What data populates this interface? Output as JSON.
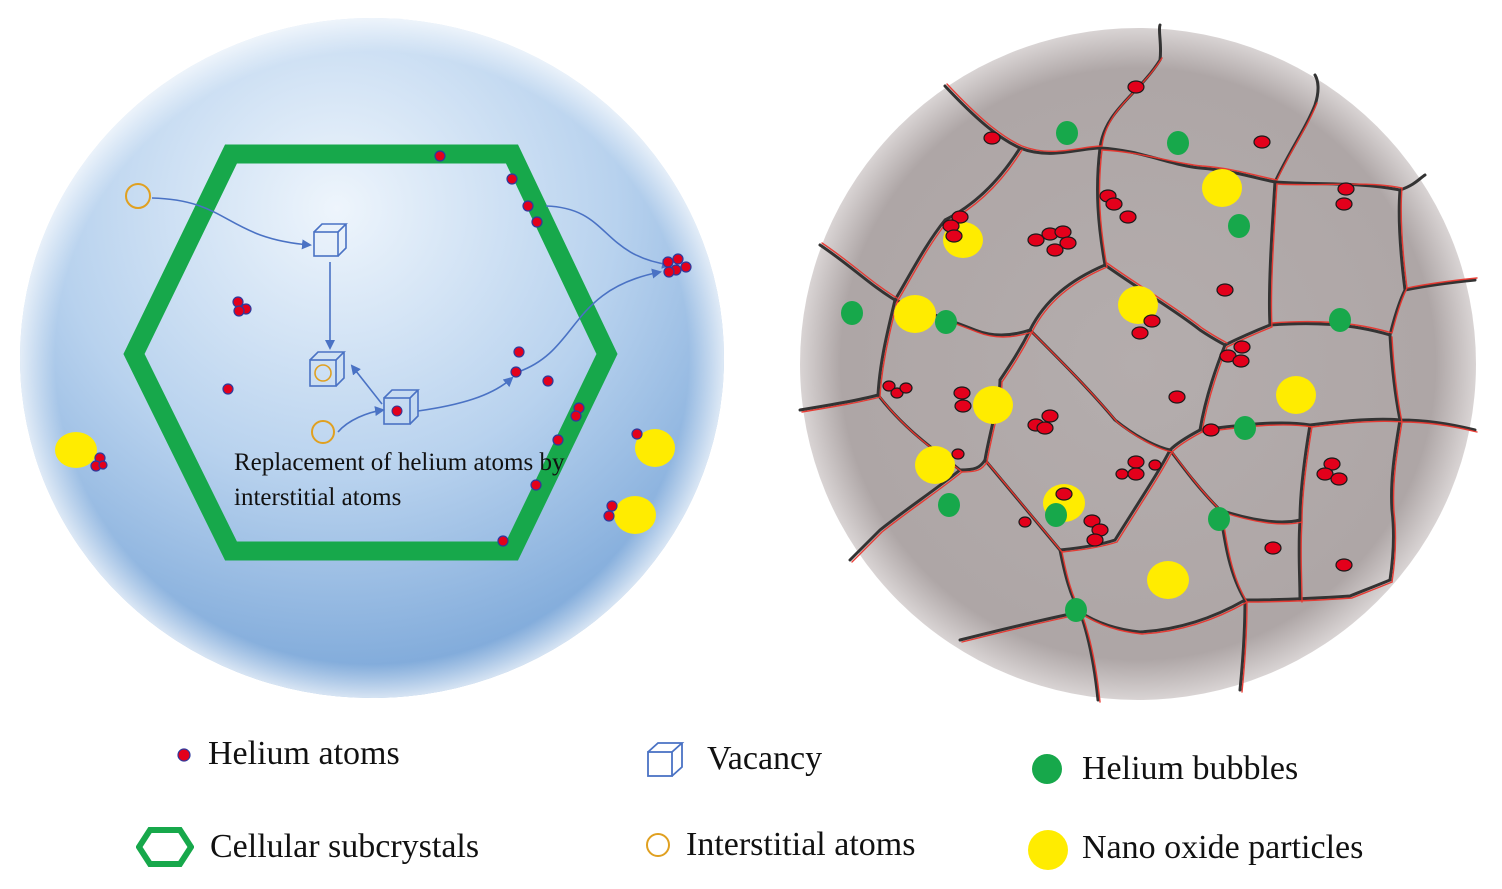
{
  "annotation": {
    "line1": "Replacement of helium atoms by",
    "line2": "interstitial atoms"
  },
  "legend": {
    "helium_atoms": {
      "label": "Helium atoms",
      "icon": "red-dot-icon"
    },
    "vacancy": {
      "label": "Vacancy",
      "icon": "cube-icon"
    },
    "helium_bubbles": {
      "label": "Helium bubbles",
      "icon": "green-dot-icon"
    },
    "cellular_subcrystals": {
      "label": "Cellular subcrystals",
      "icon": "green-hexagon-icon"
    },
    "interstitial_atoms": {
      "label": "Interstitial atoms",
      "icon": "orange-ring-icon"
    },
    "nano_oxide_particles": {
      "label": "Nano oxide particles",
      "icon": "yellow-dot-icon"
    }
  },
  "colors": {
    "helium_atom": "#e3001b",
    "helium_atom_outline": "#2d3a9e",
    "hexagon": "#17a84b",
    "helium_bubble": "#17a84b",
    "nano_oxide": "#ffec00",
    "interstitial_ring": "#e0a020",
    "arrow": "#4a72c4",
    "left_sphere_center": "#e9f2fb",
    "left_sphere_edge": "#7ba6d9",
    "right_sphere": "#b3abab",
    "grain_boundary_red": "#e8362e",
    "grain_boundary_black": "#333333"
  }
}
